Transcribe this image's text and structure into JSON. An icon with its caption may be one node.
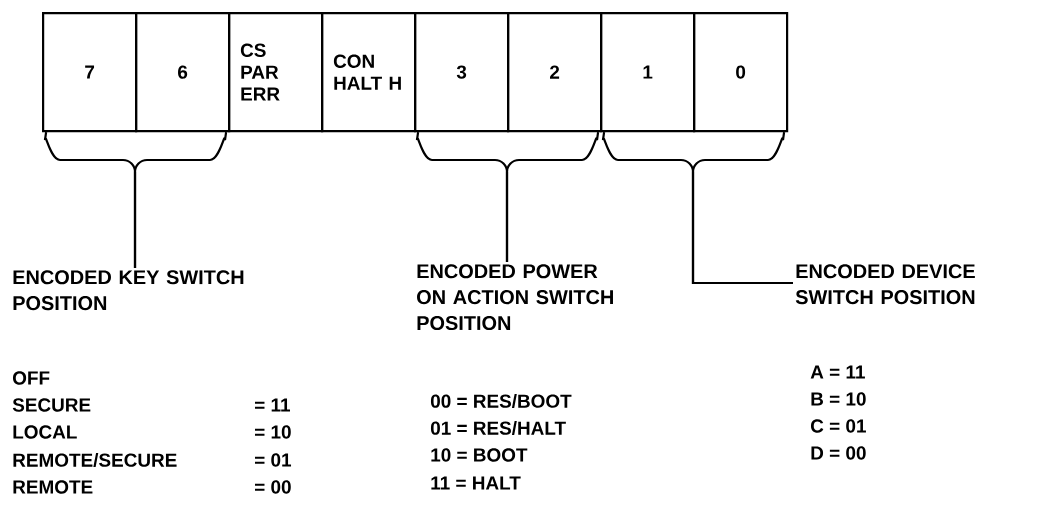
{
  "diagram": {
    "nodes": [
      {
        "text": [
          "7"
        ]
      },
      {
        "text": [
          "6"
        ]
      },
      {
        "text": [
          "CS PAR ERR"
        ]
      },
      {
        "text": [
          "CON HALT H"
        ]
      },
      {
        "text": [
          "3"
        ]
      },
      {
        "text": [
          "2"
        ]
      },
      {
        "text": [
          "1"
        ]
      },
      {
        "text": [
          "0"
        ]
      },
      {
        "text": [
          "ENCODED KEY SWITCH POSITION"
        ]
      },
      {
        "text": [
          "ENCODED POWER ON ACTION SWITCH POSITION"
        ]
      },
      {
        "text": [
          "ENCODED DEVICE SWITCH POSITION"
        ]
      }
    ],
    "edges": [
      {
        "from": 0,
        "to": 8,
        "arrow": "none"
      },
      {
        "from": 1,
        "to": 8,
        "arrow": "none"
      },
      {
        "from": 4,
        "to": 9,
        "arrow": "none"
      },
      {
        "from": 5,
        "to": 9,
        "arrow": "none"
      },
      {
        "from": 6,
        "to": 10,
        "arrow": "none"
      },
      {
        "from": 7,
        "to": 10,
        "arrow": "none"
      }
    ],
    "labels": [
      "OFF",
      "SECURE",
      "= 11",
      "LOCAL",
      "= 10",
      "REMOTE/SECURE",
      "= 01",
      "REMOTE",
      "= 00",
      "00 = RES/BOOT",
      "01 = RES/HALT",
      "10 = BOOT",
      "11 = HALT",
      "A = 11",
      "B = 10",
      "C = 01",
      "D = 00"
    ]
  }
}
